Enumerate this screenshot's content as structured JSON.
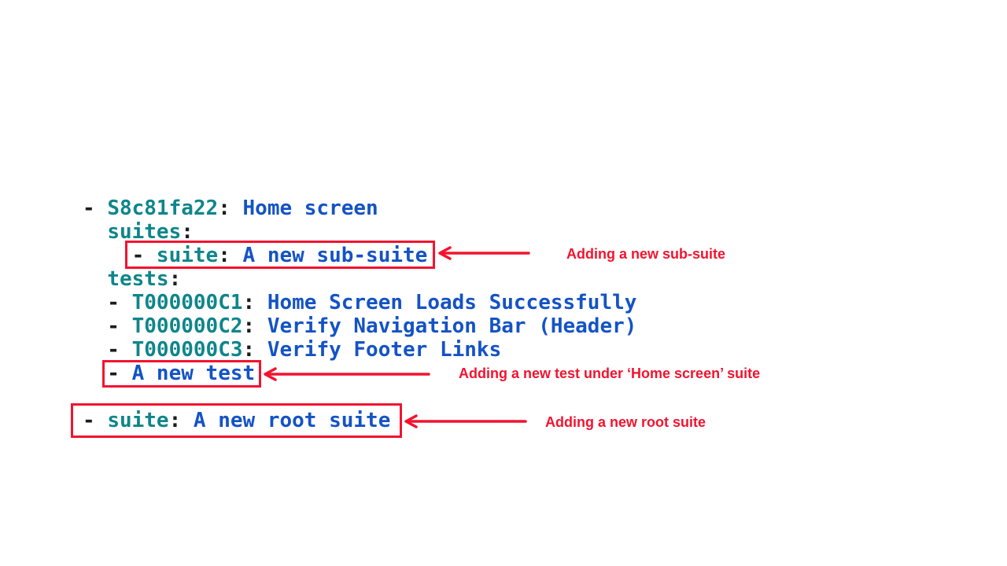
{
  "colors": {
    "key": "#0E868B",
    "value": "#1453C5",
    "plain": "#1C1C1E",
    "red": "#F3132F",
    "bg": "#FFFFFF"
  },
  "code": {
    "lines": [
      {
        "pre": "- ",
        "key": "S8c81fa22",
        "sep": ":",
        "val": " Home screen"
      },
      {
        "pre": "  ",
        "key": "suites",
        "sep": ":",
        "val": ""
      },
      {
        "pre": "    - ",
        "key": "suite",
        "sep": ":",
        "val": " A new sub-suite"
      },
      {
        "pre": "  ",
        "key": "tests",
        "sep": ":",
        "val": ""
      },
      {
        "pre": "  - ",
        "key": "T000000C1",
        "sep": ":",
        "val": " Home Screen Loads Successfully"
      },
      {
        "pre": "  - ",
        "key": "T000000C2",
        "sep": ":",
        "val": " Verify Navigation Bar (Header)"
      },
      {
        "pre": "  - ",
        "key": "T000000C3",
        "sep": ":",
        "val": " Verify Footer Links"
      },
      {
        "pre": "  - ",
        "key": "",
        "sep": "",
        "val": "A new test"
      },
      {
        "pre": "",
        "key": "",
        "sep": "",
        "val": ""
      },
      {
        "pre": "- ",
        "key": "suite",
        "sep": ":",
        "val": " A new root suite"
      }
    ]
  },
  "annotations": [
    {
      "label": "Adding a new sub-suite"
    },
    {
      "label": "Adding a new test under ‘Home screen’ suite"
    },
    {
      "label": "Adding a new root suite"
    }
  ]
}
